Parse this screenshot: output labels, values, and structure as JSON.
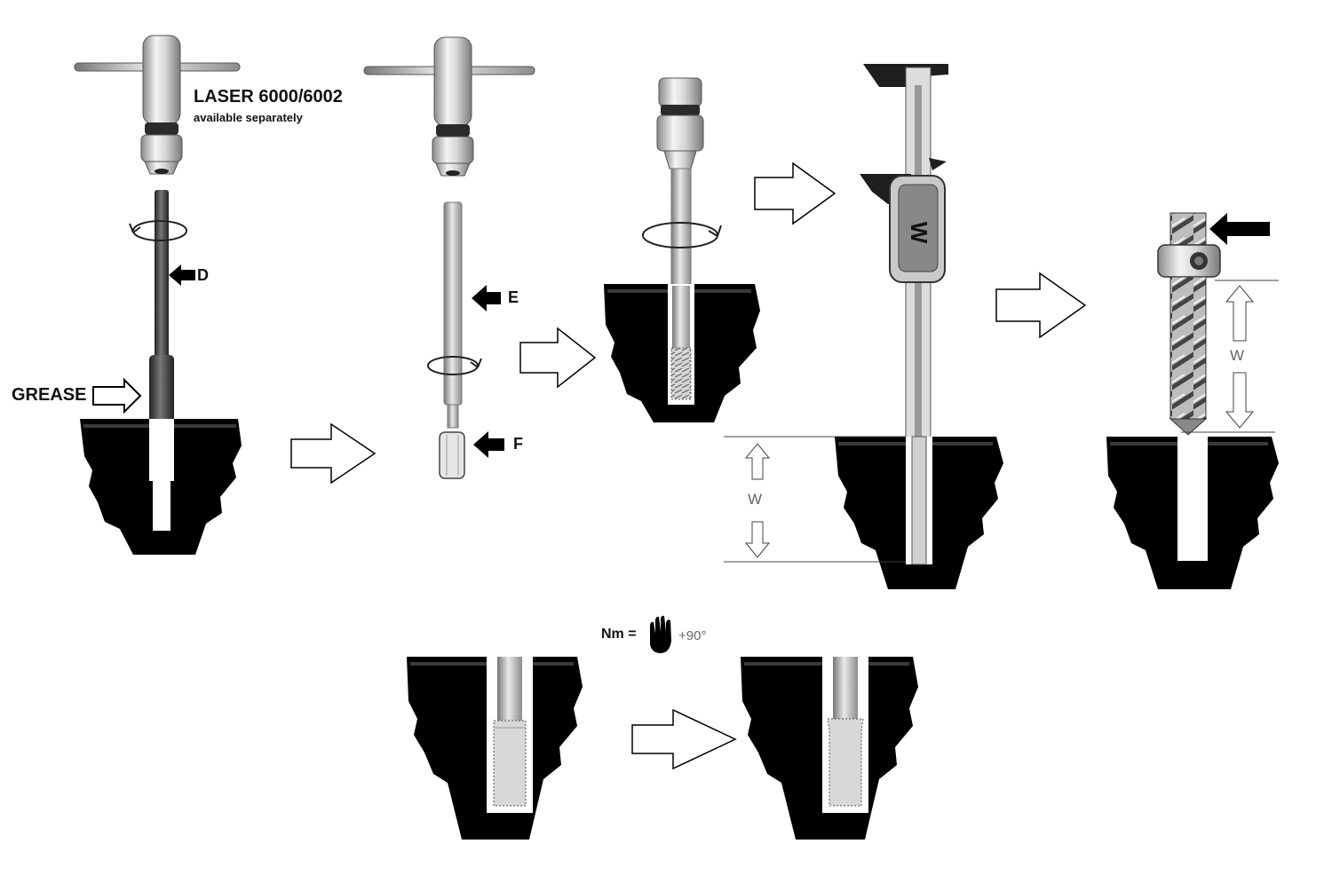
{
  "tool_name": "LASER 6000/6002",
  "tool_note": "available separately",
  "labels": {
    "grease": "GREASE",
    "d": "D",
    "e": "E",
    "f": "F",
    "w": "W",
    "caliper_w": "W",
    "nm": "Nm =",
    "angle": "+90°"
  },
  "colors": {
    "block": "#000000",
    "metal": "#cfcfcf",
    "metal_dark": "#8a8a8a",
    "outline": "#222222"
  },
  "icons": [
    "t-handle-tap-wrench-icon",
    "rotation-arrow-icon",
    "black-pointer-arrow-icon",
    "hollow-step-arrow-icon",
    "digital-caliper-icon",
    "hand-icon"
  ]
}
